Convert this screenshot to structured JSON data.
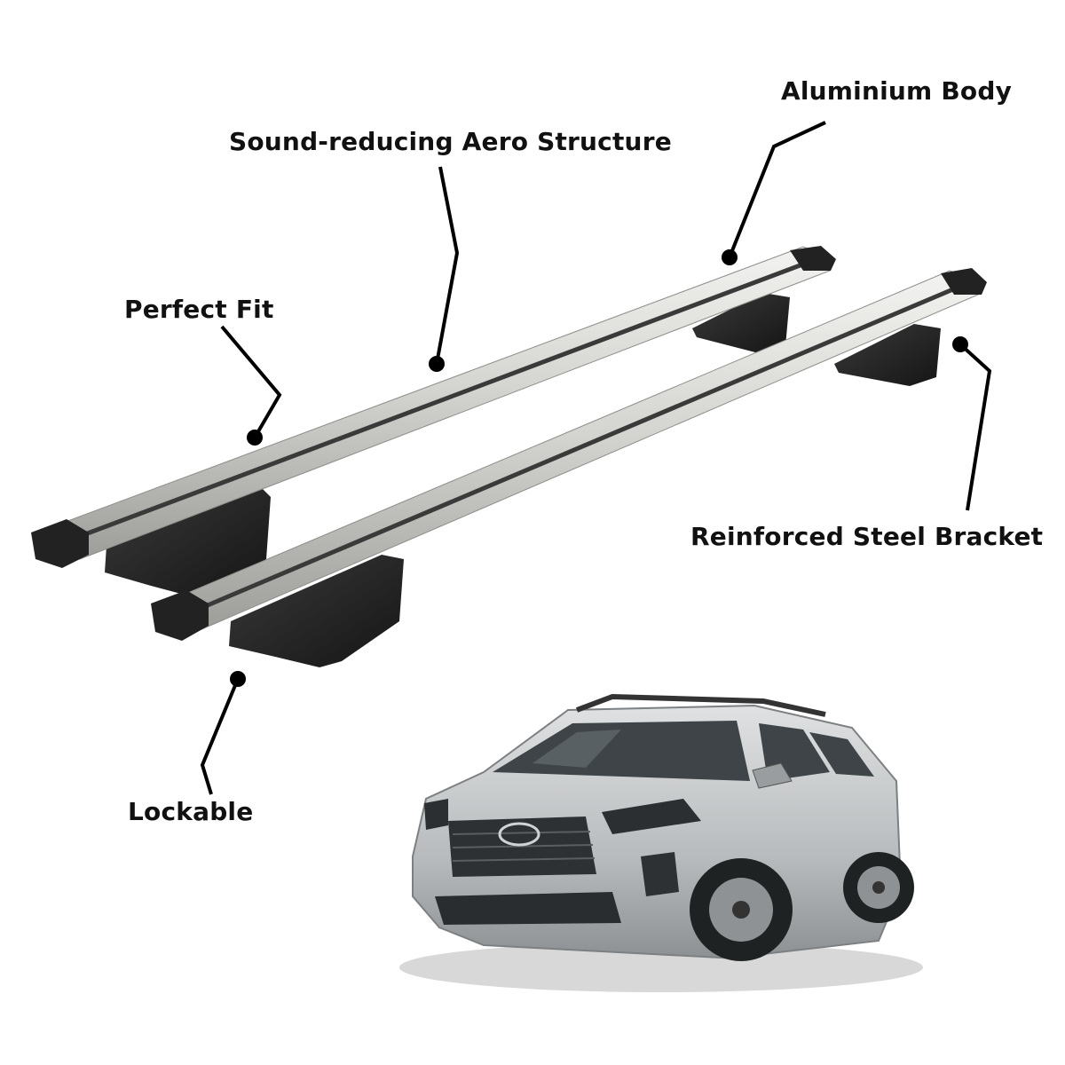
{
  "callouts": {
    "aluminium_body": "Aluminium Body",
    "aero_structure": "Sound-reducing Aero Structure",
    "perfect_fit": "Perfect Fit",
    "steel_bracket": "Reinforced Steel Bracket",
    "lockable": "Lockable"
  },
  "icons": {
    "car": "suv-car-icon",
    "roof_rack": "roof-rack-bars-icon"
  },
  "colors": {
    "bar_silver": "#c9c9c6",
    "foot_black": "#2a2a2a",
    "car_silver": "#b9bcbe",
    "leader_line": "#000000"
  }
}
